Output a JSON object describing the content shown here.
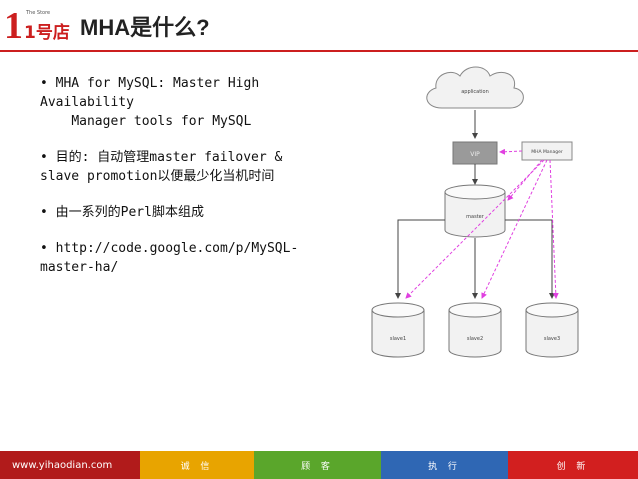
{
  "header": {
    "title": "MHA是什么?",
    "logo_text": "1号店",
    "logo_tagline": "The Store"
  },
  "bullets": [
    "• MHA for MySQL: Master High\nAvailability\n    Manager tools for MySQL",
    "• 目的: 自动管理master failover &\nslave promotion以便最少化当机时间",
    "• 由一系列的Perl脚本组成",
    "• http://code.google.com/p/MySQL-\nmaster-ha/"
  ],
  "diagram": {
    "cloud_label": "application",
    "vip_label": "VIP",
    "manager_label": "MHA Manager",
    "master_label": "master",
    "slaves": [
      "slave1",
      "slave2",
      "slave3"
    ]
  },
  "footer": {
    "url": "www.yihaodian.com",
    "values": [
      "诚 信",
      "顾 客",
      "执 行",
      "创 新"
    ]
  },
  "colors": {
    "accent_red": "#cc1f1f",
    "footer_orange": "#e8a400",
    "footer_green": "#5aa62b",
    "footer_blue": "#2f67b4",
    "arrow_magenta": "#e040e0"
  }
}
